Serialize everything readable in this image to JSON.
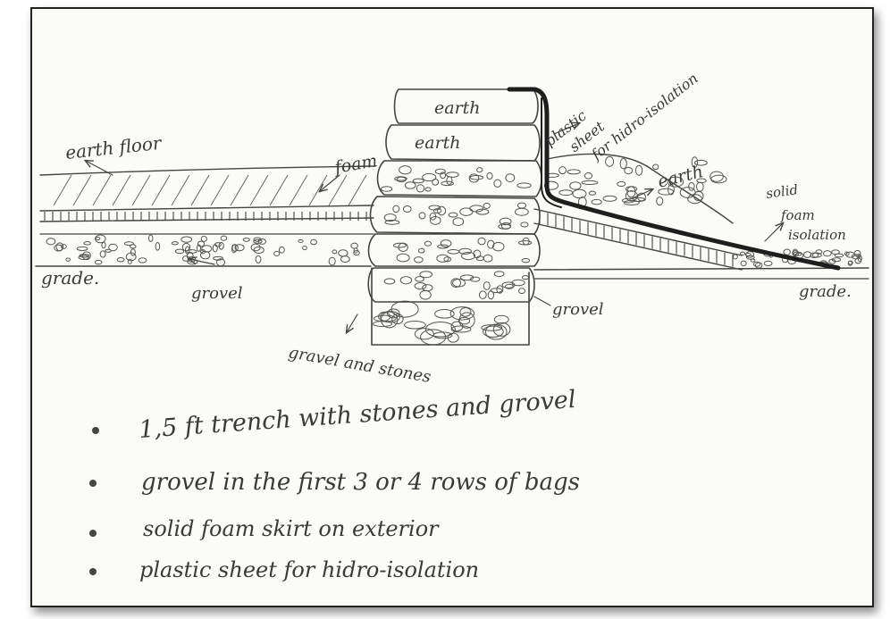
{
  "colors": {
    "ink": "#444444",
    "dark_ink": "#1e1e1e",
    "paper": "#fbfbf8",
    "frame": "#222222"
  },
  "labels": {
    "earth_floor": "earth floor",
    "foam": "foam",
    "grade_left": "grade.",
    "gravel_left": "grovel",
    "bag_earth_top": "earth",
    "bag_earth_second": "earth",
    "plastic_sheet_line1": "plastic",
    "plastic_sheet_line2": "sheet",
    "plastic_sheet_line3": "for hidro-isolation",
    "earth_right": "earth",
    "solid_foam_line1": "solid",
    "solid_foam_line2": "foam",
    "solid_foam_line3": "isolation",
    "grade_right": "grade.",
    "gravel_right": "grovel",
    "gravel_and_stones": "gravel and stones"
  },
  "notes": [
    "1,5 ft trench with stones and grovel",
    "grovel in the first 3 or 4 rows of bags",
    "solid foam skirt on exterior",
    "plastic sheet for hidro-isolation"
  ],
  "icons": {
    "arrow": "arrow-icon",
    "bullet": "bullet-dot-icon"
  }
}
